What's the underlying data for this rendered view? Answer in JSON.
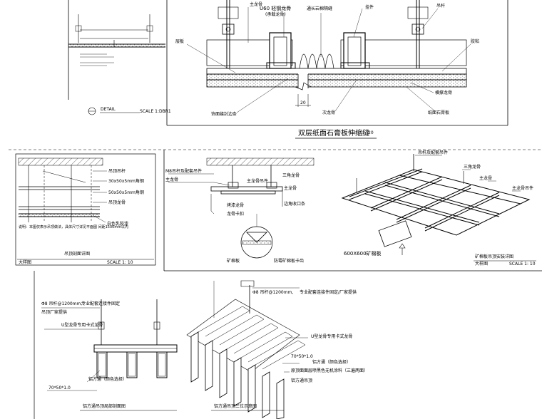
{
  "panels": {
    "top_left": {
      "detail_tag": "DETAIL",
      "scale": "SCALE 1:DBR1"
    },
    "top_right": {
      "title": "双层纸面石膏板伸缩缝",
      "title_suffix": "20",
      "dim_width": "20",
      "labels": {
        "main_runner": "主龙骨",
        "u60": "U60 轻钢龙骨",
        "bearing": "(承载龙骨)",
        "seal_strip": "通长岩棉隔缝",
        "hanger_piece": "挂件",
        "hanger_rod": "吊杆",
        "wall_side": "层板",
        "adhesive": "胶粘",
        "decor_strip": "饰面缝封边条",
        "sub_runner": "次龙骨",
        "cross_runner": "横撑龙骨",
        "gypsum_board": "纸面石膏板"
      }
    },
    "mid_left": {
      "caption": "吊顶剖面详图",
      "sub_left": "大样图",
      "sub_right": "SCALE 1: 10",
      "labels": {
        "l1": "吊顶吊杆",
        "l2": "30x50x5mm角钢",
        "l3": "50x50x5mm角钢",
        "l4": "吊顶龙骨",
        "l5": "白色乳胶漆"
      },
      "note": "说明：本图仅表示吊顶做法，具体尺寸详见平面图 间距1500mm以内"
    },
    "mid_center": {
      "labels": {
        "hanger": "M8吊杆及配套吊件",
        "main": "主龙骨",
        "main_hanger": "主龙骨吊件",
        "triangle": "三角龙骨",
        "main2": "主龙骨",
        "t_runner": "烤漆龙骨",
        "edge_angle": "边角收口条",
        "clip": "龙骨卡扣",
        "board": "矿棉板",
        "bottom": "防霉矿棉板卡齿"
      }
    },
    "mid_right": {
      "labels": {
        "rod": "吊杆及配套吊件",
        "triangle": "三角龙骨",
        "main": "主龙骨",
        "main2": "主龙骨吊件",
        "panel": "600X600矿棉板"
      },
      "caption": "矿棉板吊顶安装详图",
      "sub_left": "大样图",
      "sub_right": "SCALE 1: 10"
    },
    "bottom_left": {
      "labels": {
        "rod": "Φ8 吊杆@1200mm,",
        "rod2": "专业配套连接件固定",
        "rod3": "吊顶厂家提供",
        "u_runner": "U型龙骨专用卡式龙骨",
        "dim": "70*50*1.0",
        "tube": "铝方通（颜色选择）"
      },
      "caption": "铝方通吊顶局部剖面图"
    },
    "bottom_right": {
      "labels": {
        "rod": "Φ8 吊杆@1200mm,",
        "rod2": "专业配套连接件固定/厂家提供",
        "u_runner": "U型龙骨专用卡式龙骨",
        "dim": "70*50*1.0",
        "tube": "铝方通（颜色选择）",
        "finish": "原顶面面层喷黑色无机涂料（三遍两面）",
        "tube2": "铝方通吊顶"
      },
      "caption": "铝方通吊顶三位示意图"
    }
  }
}
